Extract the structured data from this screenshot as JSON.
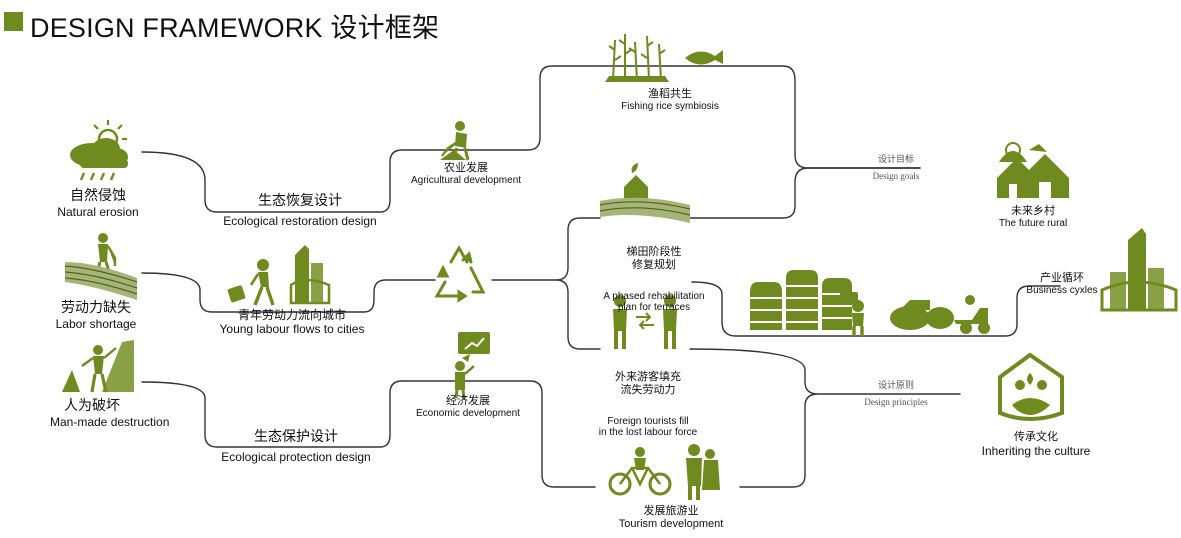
{
  "header": {
    "title_en": "DESIGN FRAMEWORK",
    "title_cn": "设计框架"
  },
  "colors": {
    "accent": "#6f8a1e",
    "line": "#333333",
    "text": "#111111"
  },
  "problems": [
    {
      "cn": "自然侵蚀",
      "en": "Natural erosion",
      "icon": "cloud-rain-icon"
    },
    {
      "cn": "劳动力缺失",
      "en": "Labor shortage",
      "icon": "farmer-terrace-icon"
    },
    {
      "cn": "人为破坏",
      "en": "Man-made destruction",
      "icon": "golfer-icon"
    }
  ],
  "strategies": [
    {
      "cn": "生态恢复设计",
      "en": "Ecological restoration design"
    },
    {
      "cn": "青年劳动力流向城市",
      "en": "Young labour flows to cities",
      "icon": "walking-person-city-icon"
    },
    {
      "cn": "生态保护设计",
      "en": "Ecological protection design"
    }
  ],
  "developments": [
    {
      "cn": "农业发展",
      "en": "Agricultural development",
      "icon": "digging-farmer-icon"
    },
    {
      "cn": "经济发展",
      "en": "Economic development",
      "icon": "presenter-chart-icon"
    }
  ],
  "center": {
    "icon": "recycle-icon"
  },
  "outcomes": [
    {
      "cn": "渔稻共生",
      "en": "Fishing rice symbiosis",
      "icon": "rice-fish-icon"
    },
    {
      "cn": "梯田阶段性\n修复规划",
      "en": "A phased rehabilitation\nplan for terraces",
      "icon": "terrace-house-icon"
    },
    {
      "cn": "外来游客填充\n流失劳动力",
      "en": "Foreign tourists fill\nin the lost labour force",
      "icon": "exchange-people-icon"
    },
    {
      "cn": "发展旅游业",
      "en": "Tourism development",
      "icon": "cyclist-tourist-icon"
    }
  ],
  "connectors": {
    "goals": {
      "cn": "设计目标",
      "en": "Design goals"
    },
    "principles": {
      "cn": "设计原则",
      "en": "Design principles"
    }
  },
  "targets": [
    {
      "cn": "未来乡村",
      "en": "The future rural",
      "icon": "village-icon"
    },
    {
      "cn": "产业循环",
      "en": "Business cyxles",
      "icon": "city-buildings-icon"
    },
    {
      "cn": "传承文化",
      "en": "Inheriting the culture",
      "icon": "culture-emblem-icon"
    }
  ],
  "business_chain": {
    "icons": [
      "rice-stacks-icon",
      "worker-icon",
      "harvest-machine-icon"
    ]
  }
}
